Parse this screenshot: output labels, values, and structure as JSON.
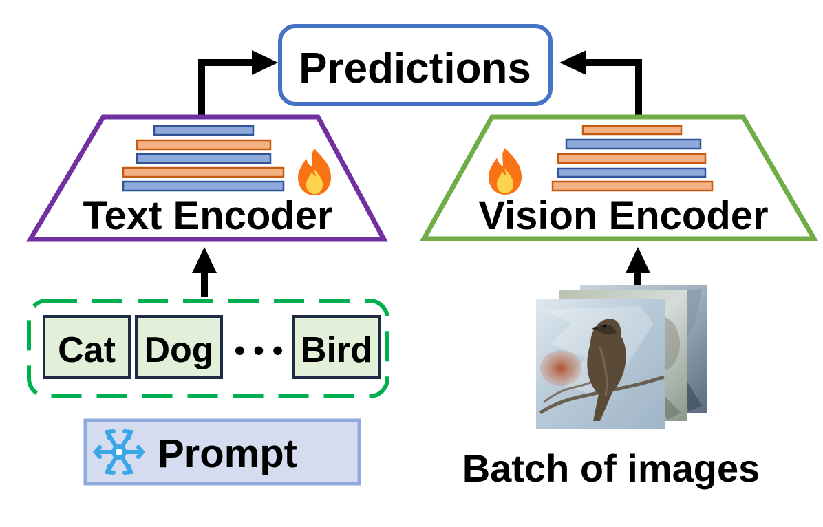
{
  "predictions_label": "Predictions",
  "text_encoder": {
    "label": "Text Encoder",
    "icon": "fire-icon",
    "layers": [
      "blue",
      "orange",
      "blue",
      "orange",
      "blue"
    ]
  },
  "vision_encoder": {
    "label": "Vision Encoder",
    "icon": "fire-icon",
    "layers": [
      "orange",
      "blue",
      "orange",
      "blue",
      "orange"
    ]
  },
  "classes": [
    "Cat",
    "Dog",
    "Bird"
  ],
  "ellipsis": "• • •",
  "prompt": {
    "label": "Prompt",
    "icon": "snowflake-icon"
  },
  "images_caption": "Batch of images",
  "colors": {
    "predictions_border": "#4472c4",
    "text_encoder_border": "#7030a0",
    "vision_encoder_border": "#70ad47",
    "layer_blue_fill": "#8eaadb",
    "layer_blue_border": "#2f5597",
    "layer_orange_fill": "#f4b183",
    "layer_orange_border": "#c55a11",
    "class_box_fill": "#e2efd9",
    "class_box_border": "#1f2a44",
    "dashed_border": "#00b050",
    "prompt_fill": "#d6dcf0",
    "prompt_border": "#8faadc",
    "flame_outer": "#f97316",
    "flame_inner": "#fcd34d",
    "snowflake": "#3ba7e8"
  }
}
